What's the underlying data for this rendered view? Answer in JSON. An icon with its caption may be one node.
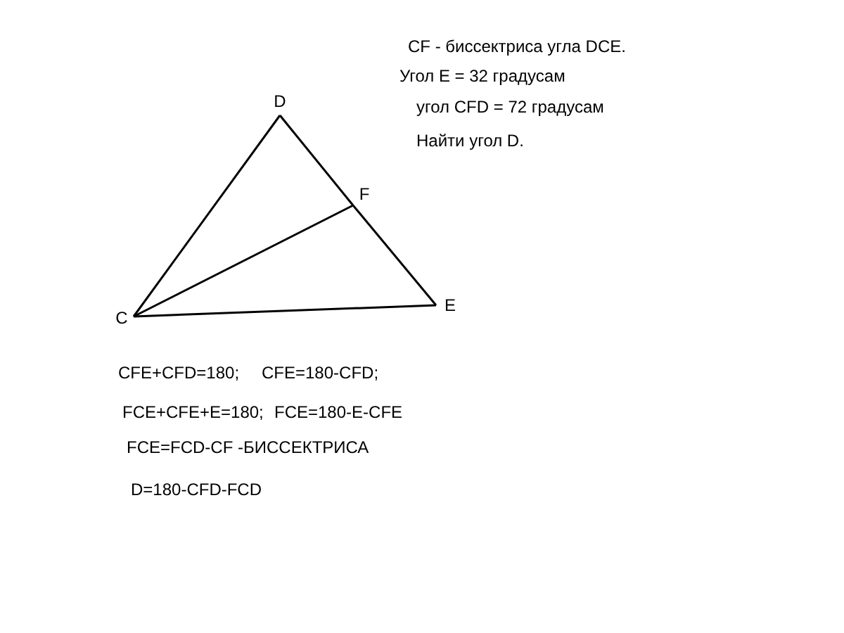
{
  "diagram": {
    "nodes": [
      {
        "text": [
          "D"
        ]
      },
      {
        "text": [
          "F"
        ]
      },
      {
        "text": [
          "C"
        ]
      },
      {
        "text": [
          "E"
        ]
      }
    ],
    "edges": [
      {
        "from": 2,
        "to": 0,
        "arrow": "none"
      },
      {
        "from": 0,
        "to": 1,
        "arrow": "none"
      },
      {
        "from": 1,
        "to": 3,
        "arrow": "none"
      },
      {
        "from": 3,
        "to": 2,
        "arrow": "none"
      },
      {
        "from": 2,
        "to": 1,
        "arrow": "none"
      }
    ],
    "labels": [
      "CF - биссектриса угла DCE.",
      "Угол E = 32 градусам",
      "угол CFD = 72 градусам",
      "Найти угол D.",
      "CFE+CFD=180;",
      "CFE=180-CFD;",
      "FCE+CFE+E=180;",
      "FCE=180-E-CFE",
      "FCE=FCD-CF -БИССЕКТРИСА",
      "D=180-CFD-FCD"
    ]
  }
}
